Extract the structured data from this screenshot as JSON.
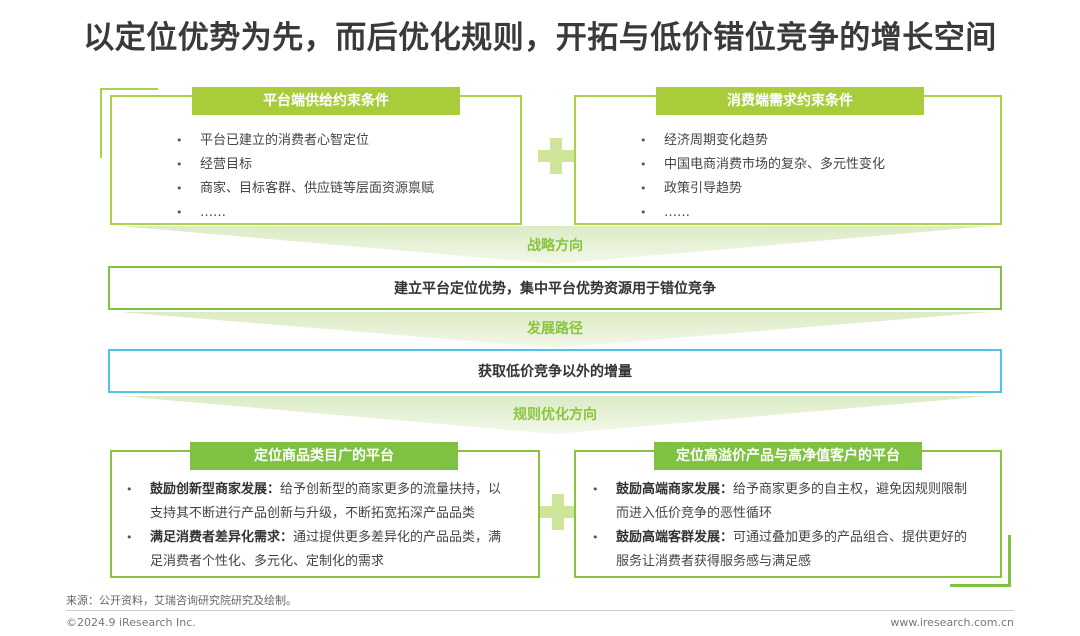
{
  "title": "以定位优势为先，而后优化规则，开拓与低价错位竞争的增长空间",
  "supply_box": {
    "header": "平台端供给约束条件",
    "items": [
      "平台已建立的消费者心智定位",
      "经营目标",
      "商家、目标客群、供应链等层面资源禀赋",
      "……"
    ]
  },
  "demand_box": {
    "header": "消费端需求约束条件",
    "items": [
      "经济周期变化趋势",
      "中国电商消费市场的复杂、多元性变化",
      "政策引导趋势",
      "……"
    ]
  },
  "flow": {
    "strategy_label": "战略方向",
    "strategy_text": "建立平台定位优势，集中平台优势资源用于错位竞争",
    "path_label": "发展路径",
    "path_text": "获取低价竞争以外的增量",
    "rules_label": "规则优化方向"
  },
  "broad_box": {
    "header": "定位商品类目广的平台",
    "items": [
      {
        "bold": "鼓励创新型商家发展：",
        "line1": "给予创新型的商家更多的流量扶持，以",
        "line2": "支持其不断进行产品创新与升级，不断拓宽拓深产品品类"
      },
      {
        "bold": "满足消费者差异化需求：",
        "line1": "通过提供更多差异化的产品品类，满",
        "line2": "足消费者个性化、多元化、定制化的需求"
      }
    ]
  },
  "premium_box": {
    "header": "定位高溢价产品与高净值客户的平台",
    "items": [
      {
        "bold": "鼓励高端商家发展：",
        "line1": "给予商家更多的自主权，避免因规则限制",
        "line2": "而进入低价竞争的恶性循环"
      },
      {
        "bold": "鼓励高端客群发展：",
        "line1": "可通过叠加更多的产品组合、提供更好的",
        "line2": "服务让消费者获得服务感与满足感"
      }
    ]
  },
  "footer": {
    "source": "来源：公开资料，艾瑞咨询研究院研究及绘制。",
    "copyright": "©2024.9 iResearch Inc.",
    "url": "www.iresearch.com.cn"
  },
  "colors": {
    "lime": "#a8cc3a",
    "green": "#7fc241",
    "plus": "#cfe59a",
    "arrow": "#e8f2d8",
    "strategy_border": "#7fc241",
    "path_border": "#4fc3e8"
  }
}
